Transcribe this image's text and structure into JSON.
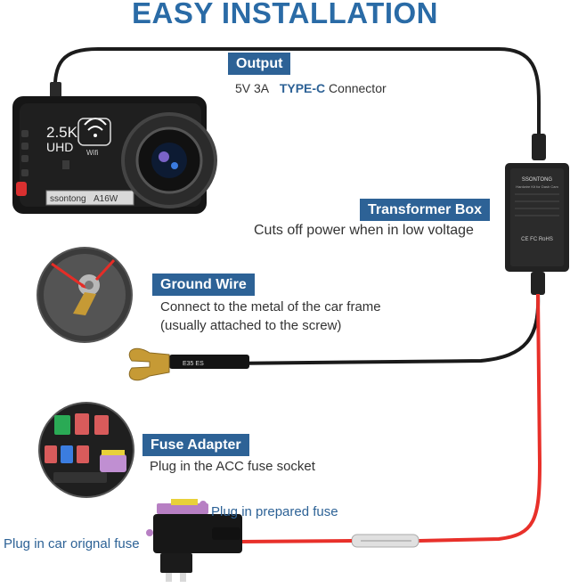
{
  "title": "EASY INSTALLATION",
  "output": {
    "label": "Output",
    "spec": "5V 3A",
    "type_c": "TYPE-C",
    "connector": "Connector"
  },
  "camera": {
    "resolution": "2.5K",
    "uhd": "UHD",
    "wifi": "Wifi",
    "brand": "ssontong",
    "model": "A16W"
  },
  "transformer": {
    "label": "Transformer Box",
    "desc": "Cuts off power when in low voltage",
    "box_brand": "SSONTONG",
    "box_subtitle": "Hardwire Kit for Dash Cam",
    "box_marks": "CE FC RoHS"
  },
  "ground": {
    "label": "Ground Wire",
    "desc_line1": "Connect to the metal of the car frame",
    "desc_line2": "(usually attached to the screw)"
  },
  "fuse": {
    "label": "Fuse Adapter",
    "desc": "Plug in the ACC fuse socket",
    "prepared": "Plug in prepared fuse",
    "original": "Plug in car orignal fuse"
  },
  "colors": {
    "accent": "#2d6296",
    "title": "#2a6ba6",
    "red_wire": "#e8302a",
    "black_wire": "#1a1a1a"
  }
}
